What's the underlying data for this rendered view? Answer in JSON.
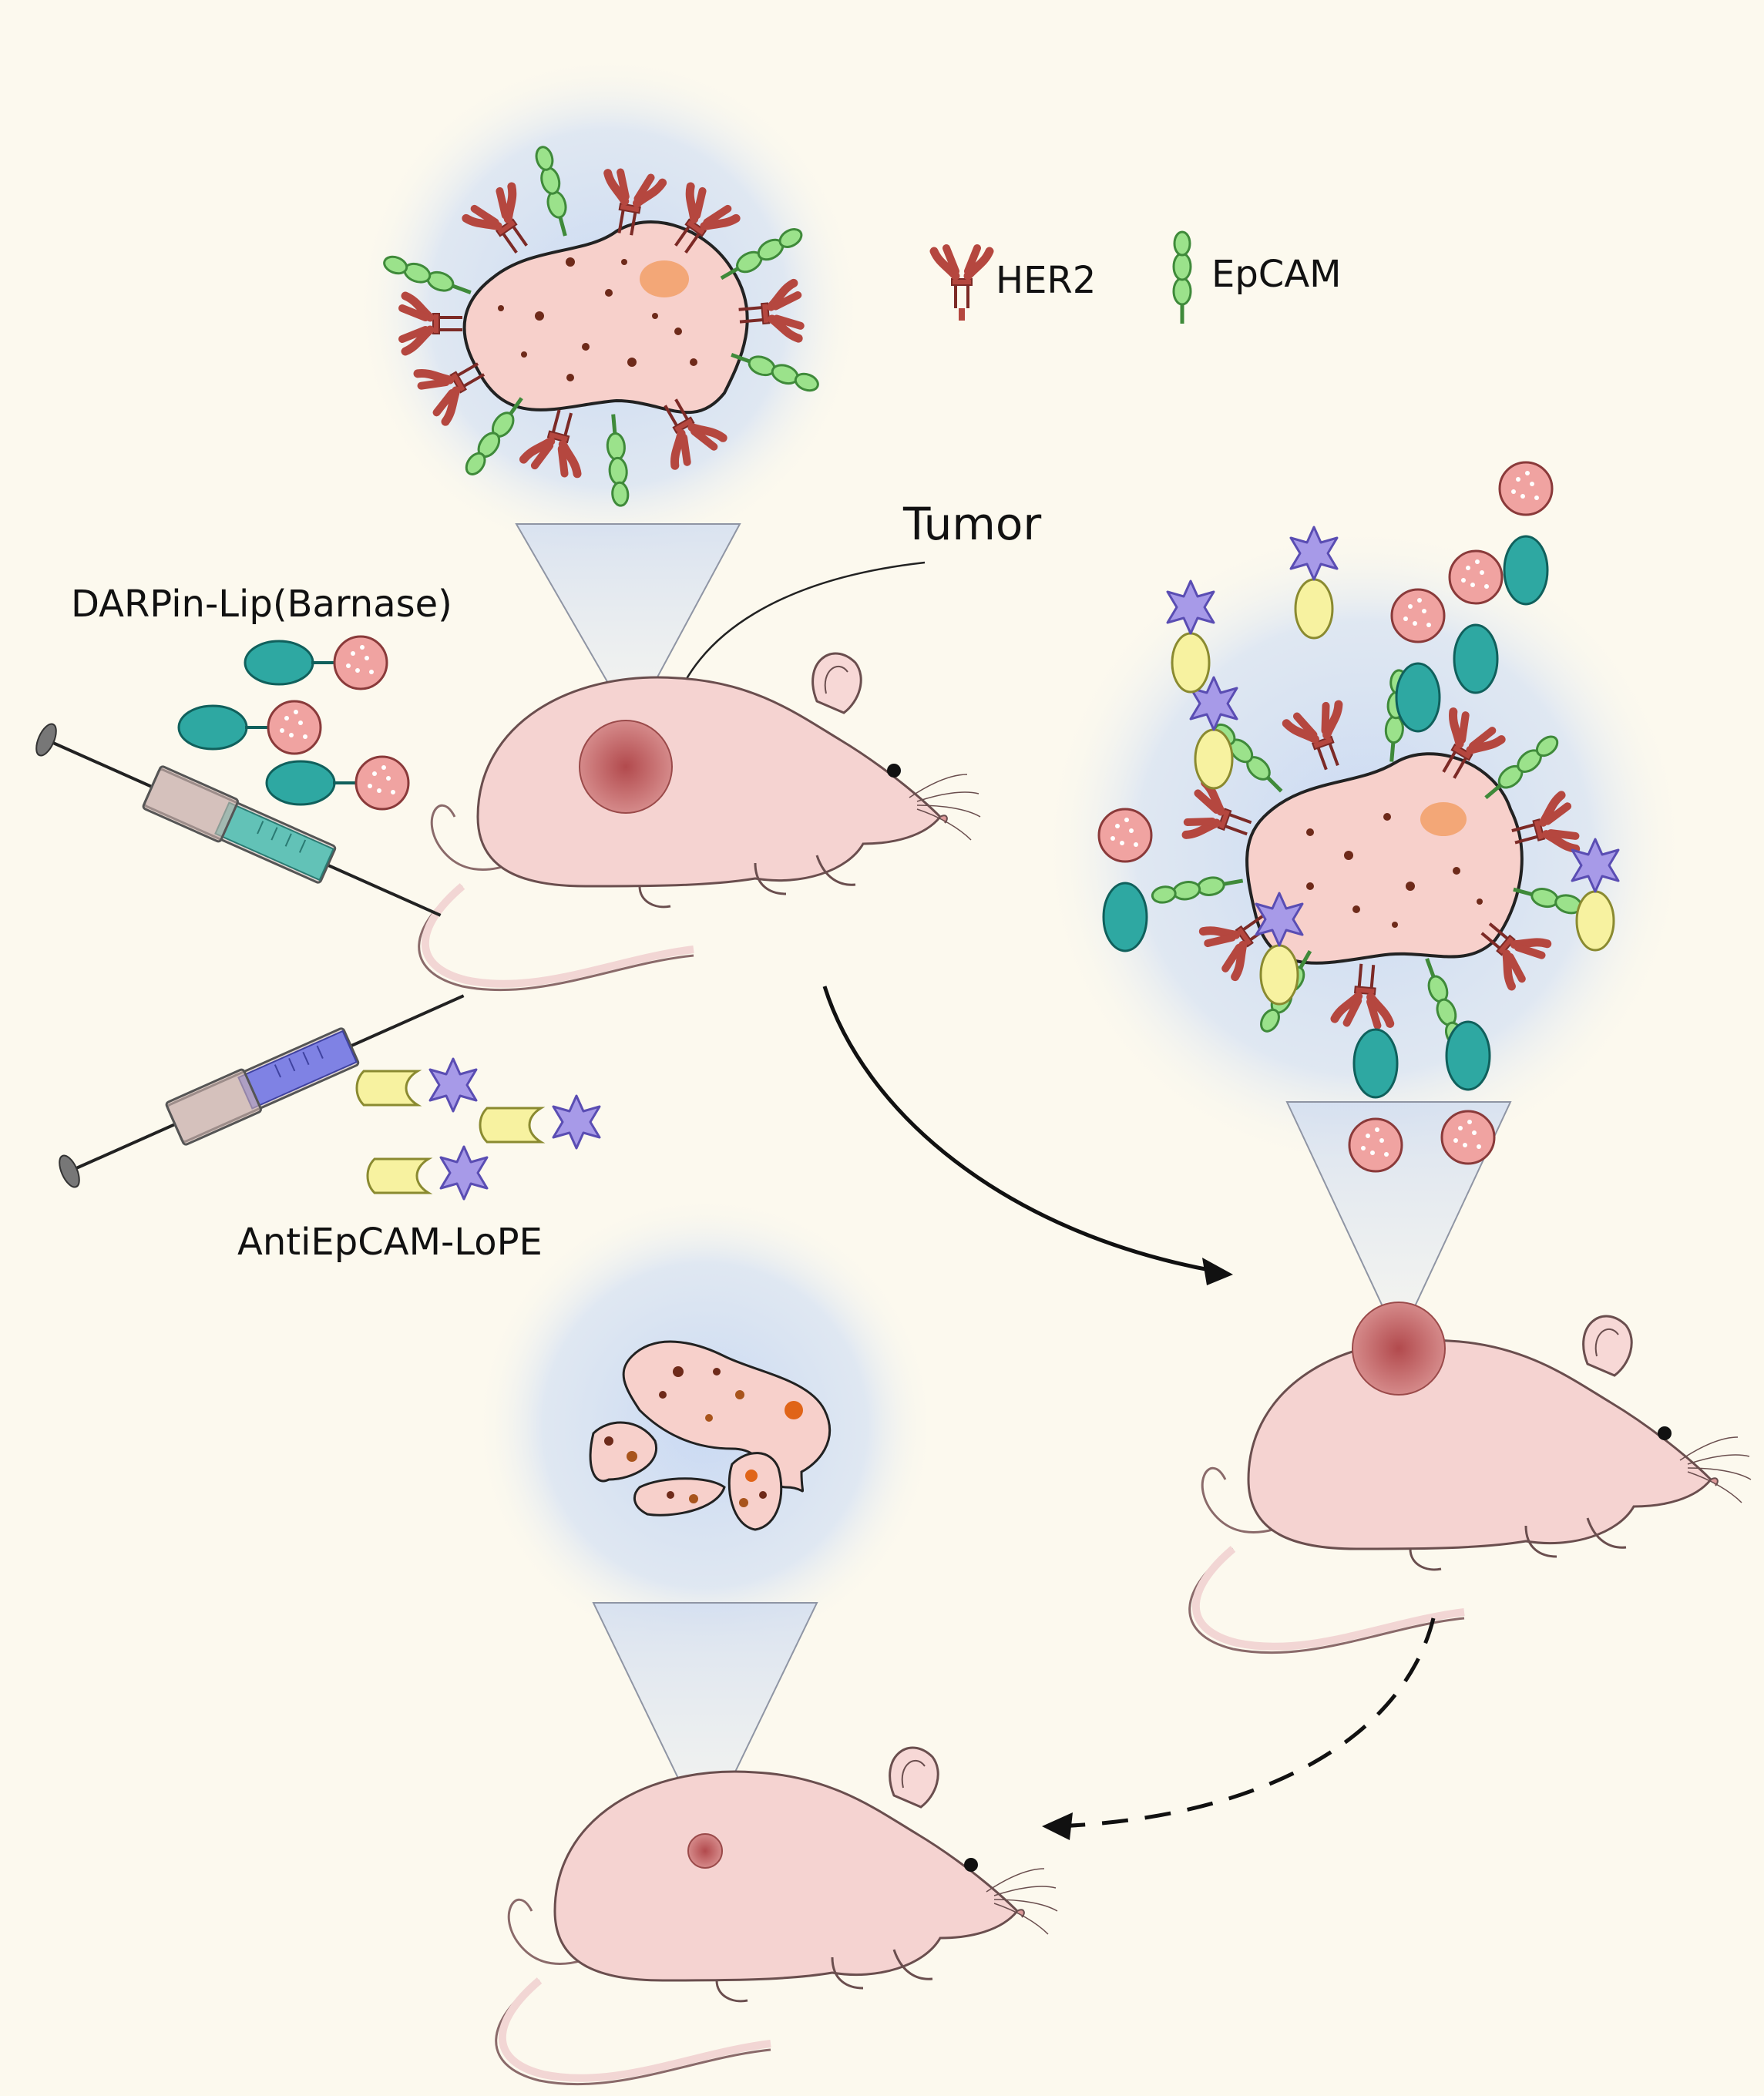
{
  "labels": {
    "tumor": "Tumor",
    "her2": "HER2",
    "epcam": "EpCAM",
    "darpin_lip": "DARPin-Lip(Barnase)",
    "antiepcam_lope": "AntiEpCAM-LoPE"
  },
  "colors": {
    "background": "#fcf9ee",
    "glow": "#c9d9f2",
    "cell_fill": "#f7d0cb",
    "mouse_fill": "#f5d3d1",
    "tumor": "#b8585a",
    "her2": "#b5473f",
    "epcam": "#9be28b",
    "darpin": "#2ea8a2",
    "barnase": "#ee8c8a",
    "antibody": "#f7f2a0",
    "toxin": "#a79ae8",
    "syringe_top_liquid": "#62c2b7",
    "syringe_bottom_liquid": "#7f82e4"
  },
  "icons": [
    "syringe-icon",
    "mouse-icon",
    "tumor-cell-icon",
    "her2-icon",
    "epcam-icon",
    "liposome-icon",
    "pseudomonas-exotoxin-icon"
  ]
}
